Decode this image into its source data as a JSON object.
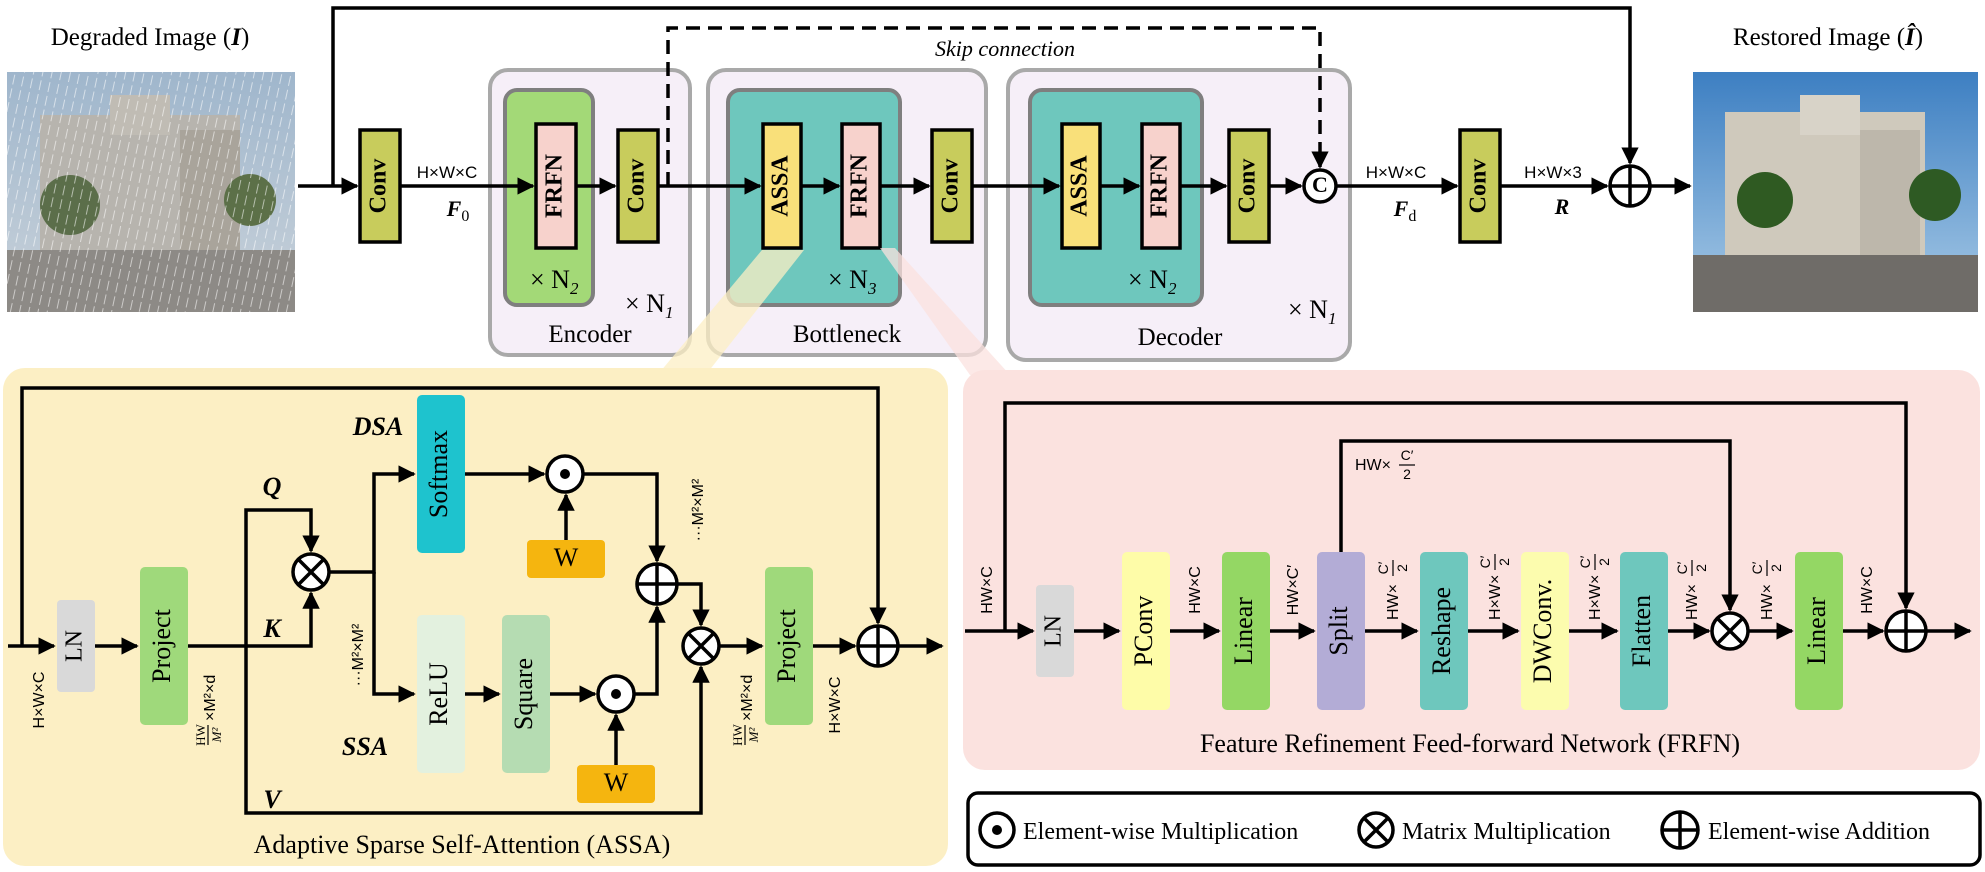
{
  "images": {
    "degraded_label": "Degraded Image (",
    "degraded_symbol": "I",
    "degraded_close": ")",
    "restored_label": "Restored Image (",
    "restored_symbol": "Î",
    "restored_close": ")"
  },
  "top": {
    "skip_connection": "Skip connection",
    "conv": "Conv",
    "frfn": "FRFN",
    "assa": "ASSA",
    "concat": "C",
    "dim_hwc": "H×W×C",
    "dim_hw3": "H×W×3",
    "f0": "F",
    "f0_sub": "0",
    "fd": "F",
    "fd_sub": "d",
    "r": "R",
    "times_n1": "× N",
    "n1_sub": "1",
    "times_n2": "× N",
    "n2_sub": "2",
    "times_n3": "× N",
    "n3_sub": "3",
    "encoder": "Encoder",
    "bottleneck": "Bottleneck",
    "decoder": "Decoder"
  },
  "assa": {
    "title": "Adaptive Sparse Self-Attention (ASSA)",
    "ln": "LN",
    "project": "Project",
    "softmax": "Softmax",
    "relu": "ReLU",
    "square": "Square",
    "w": "W",
    "dsa": "DSA",
    "ssa": "SSA",
    "q": "Q",
    "k": "K",
    "v": "V",
    "dim_in": "H×W×C",
    "dim_out": "H×W×C",
    "dim_m2": "···M²×M²",
    "dim_proj_frac_num": "HW",
    "dim_proj_frac_den": "M²",
    "dim_proj_rest": "×M²×d"
  },
  "frfn": {
    "title": "Feature Refinement Feed-forward Network (FRFN)",
    "ln": "LN",
    "pconv": "PConv",
    "linear1": "Linear",
    "split": "Split",
    "reshape": "Reshape",
    "dwconv": "DWConv.",
    "flatten": "Flatten",
    "linear2": "Linear",
    "dim_hwc": "HW×C",
    "dim_hwc2": "HW×C′",
    "dim_half_prefix": "HW×",
    "dim_hxw_prefix": "H×W×",
    "half_num": "C′",
    "half_den": "2"
  },
  "legend": {
    "elementwise_mult": "Element-wise Multiplication",
    "matrix_mult": "Matrix Multiplication",
    "elementwise_add": "Element-wise Addition"
  },
  "colors": {
    "conv": "#c8cc5c",
    "frfn": "#f7d2cc",
    "assa": "#f9e07a",
    "teal": "#6ec7bd",
    "frfn_box": "#a3d977",
    "assa_bg": "#fcefc4",
    "frfn_bg": "#fbe2df",
    "enc_bg": "#f6eff8",
    "softmax": "#1ec3ce",
    "w": "#f5b50f",
    "relu": "#e3f1df",
    "square": "#b5dcb2",
    "project": "#9fd97b",
    "ln": "#d9d9d9",
    "pconv": "#fefca8",
    "linear": "#94d764",
    "split": "#b3acd6",
    "reshape": "#6ec7bd",
    "dwconv": "#fcfcae",
    "flatten": "#6ec7bd"
  }
}
